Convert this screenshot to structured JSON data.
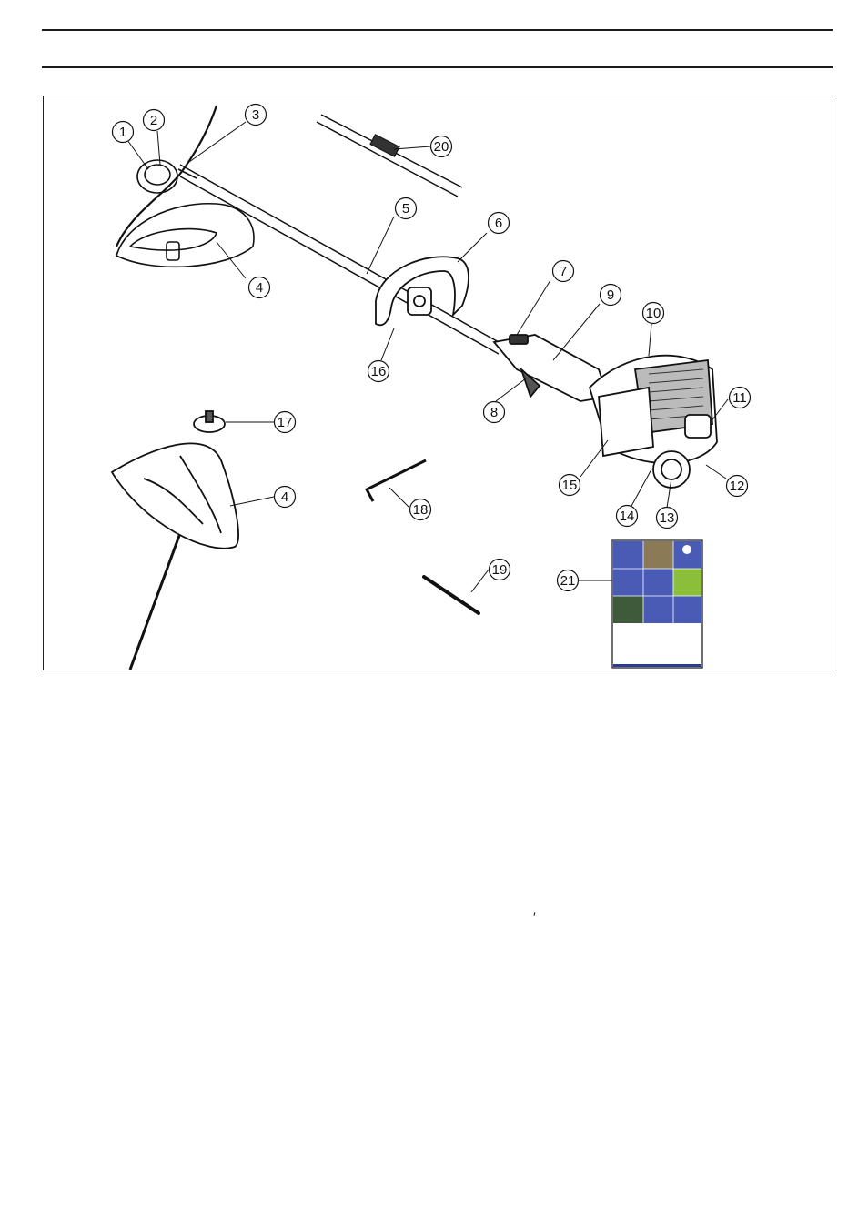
{
  "callouts": [
    "1",
    "2",
    "3",
    "4",
    "5",
    "6",
    "7",
    "8",
    "9",
    "10",
    "11",
    "12",
    "13",
    "14",
    "15",
    "16",
    "17",
    "4",
    "18",
    "19",
    "20",
    "21"
  ],
  "stray_mark": "′",
  "colors": {
    "line": "#111111",
    "manual_blue": "#4a5bb5",
    "manual_blue_dark": "#2c3b8c"
  }
}
